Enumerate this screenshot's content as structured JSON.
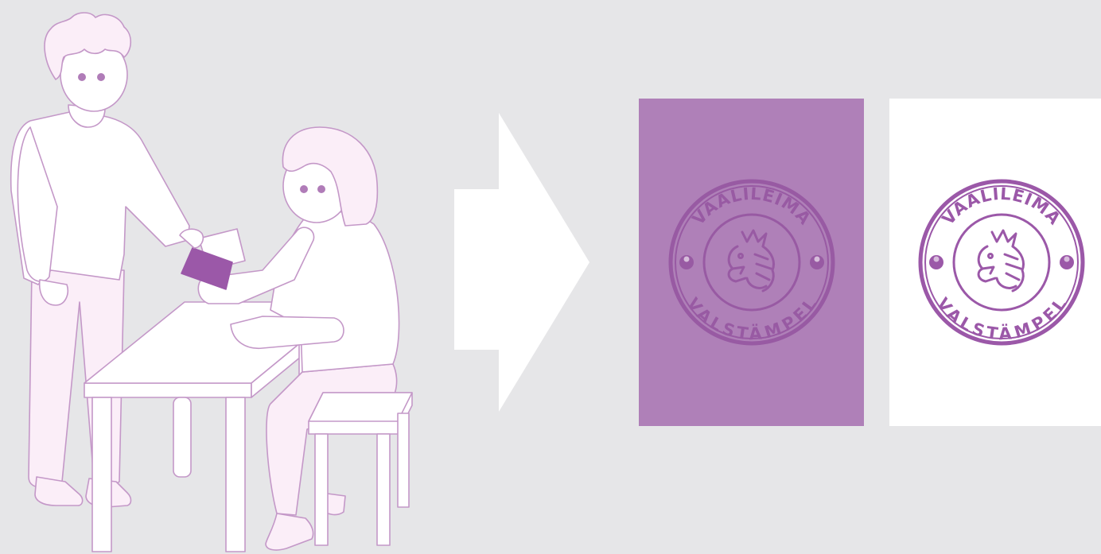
{
  "scene": {
    "description_icons": {
      "people": "voting-scene-illustration",
      "arrow": "arrow-right-icon",
      "seal": "lion-seal-icon"
    },
    "colors": {
      "background": "#e6e6e8",
      "purple": "#9b58a8",
      "purple_card": "#af80b8",
      "seal_on_card": "#985aa3",
      "figure_fill": "#ffffff",
      "figure_pink": "#fbeef8",
      "figure_outline": "#c498c8",
      "arrow": "#ffffff",
      "white_card": "#ffffff"
    }
  },
  "seal": {
    "top_text": "VAALILEIMA",
    "bottom_text": "VALSTÄMPEL"
  }
}
